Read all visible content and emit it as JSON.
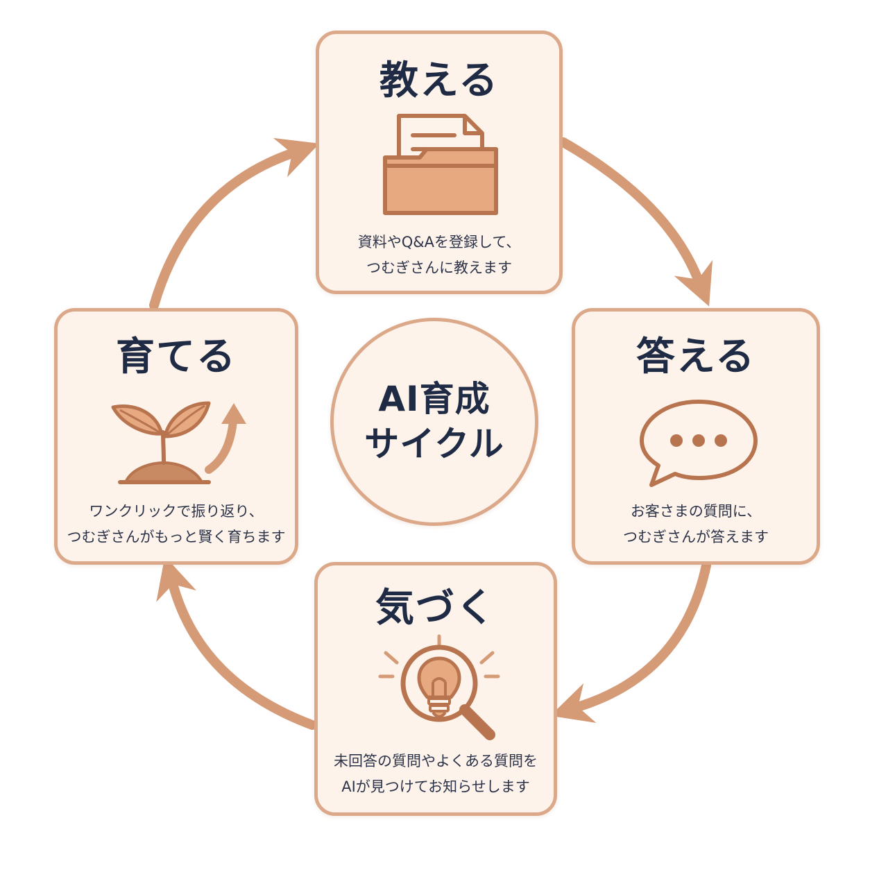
{
  "colors": {
    "accent": "#d59a76",
    "card_fill": "#fdf3ea",
    "card_border": "#dba88a",
    "text_dark": "#1f2a44",
    "icon_fill": "#e7a97f",
    "icon_stroke": "#b8744e"
  },
  "center": {
    "line1": "AI育成",
    "line2": "サイクル"
  },
  "steps": [
    {
      "title": "教える",
      "icon": "folder-document-icon",
      "desc_line1": "資料やQ&Aを登録して、",
      "desc_line2": "つむぎさんに教えます"
    },
    {
      "title": "答える",
      "icon": "chat-bubble-icon",
      "desc_line1": "お客さまの質問に、",
      "desc_line2": "つむぎさんが答えます"
    },
    {
      "title": "気づく",
      "icon": "lightbulb-magnifier-icon",
      "desc_line1": "未回答の質問やよくある質問を",
      "desc_line2": "AIが見つけてお知らせします"
    },
    {
      "title": "育てる",
      "icon": "sprout-growth-icon",
      "desc_line1": "ワンクリックで振り返り、",
      "desc_line2": "つむぎさんがもっと賢く育ちます"
    }
  ]
}
